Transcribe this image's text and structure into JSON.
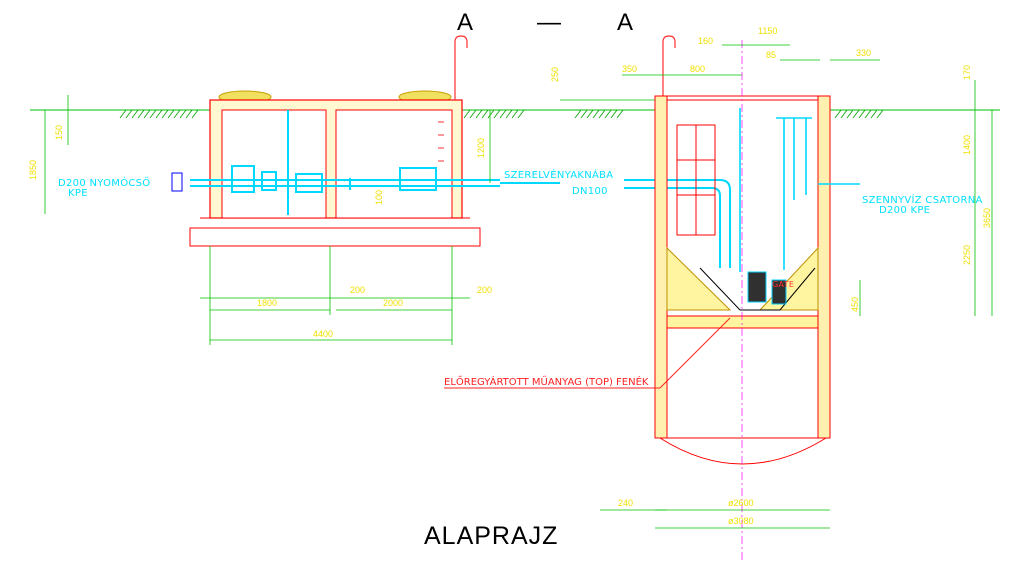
{
  "section_title": {
    "left": "A",
    "dash": "—",
    "right": "A"
  },
  "plan_title": "ALAPRAJZ",
  "labels": {
    "pressure_pipe_1": "D200 NYOMÓCSŐ",
    "pressure_pipe_2": "KPE",
    "to_valve_chamber": "SZERELVÉNYAKNÁBA",
    "dn100": "DN100",
    "sewer_1": "SZENNYVÍZ CSATORNA",
    "sewer_2": "D200  KPE",
    "bottom_part": "ELŐREGYÁRTOTT MŰANYAG (TOP) FENÉK",
    "gate": "GATE"
  },
  "dimensions": {
    "d1850": "1850",
    "d150": "150",
    "d1200": "1200",
    "d1800": "1800",
    "d200a": "200",
    "d2000": "2000",
    "d200b": "200",
    "d4400": "4400",
    "d100": "100",
    "d250": "250",
    "d350": "350",
    "d800": "800",
    "d160": "160",
    "d1150": "1150",
    "d85": "85",
    "d330": "330",
    "d170": "170",
    "d1400": "1400",
    "d3650": "3650",
    "d2250": "2250",
    "d450": "450",
    "d240": "240",
    "d2600": "ø2600",
    "d3080": "ø3080"
  }
}
